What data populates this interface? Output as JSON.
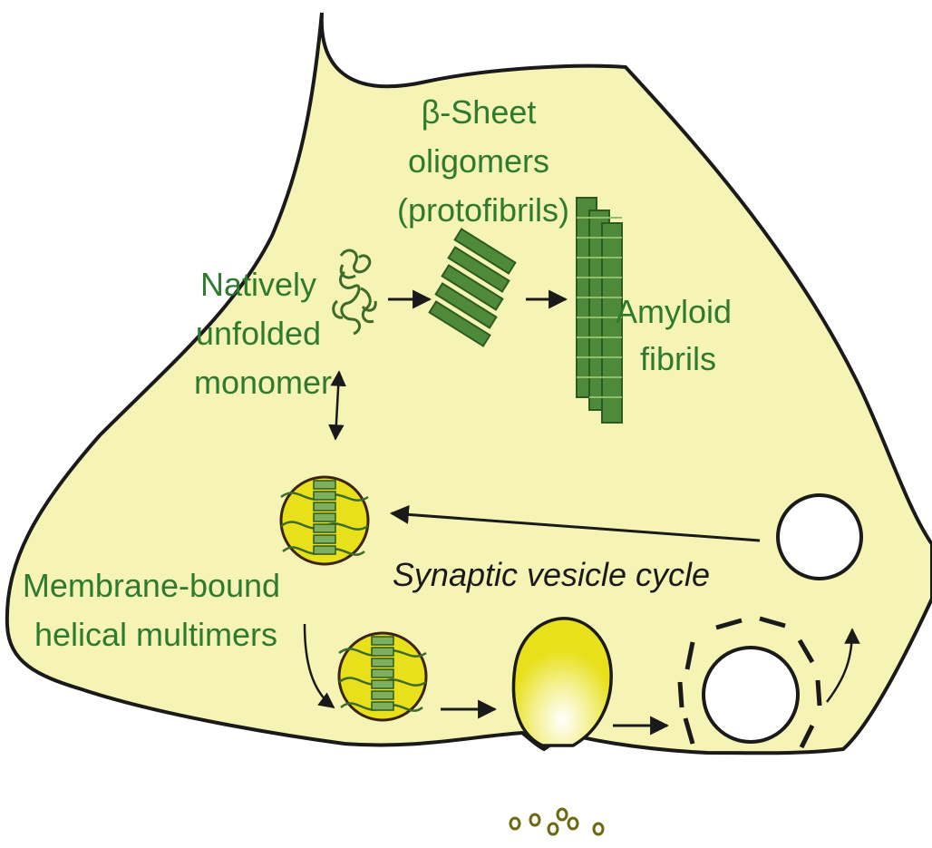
{
  "colors": {
    "cytoplasm": "#f6f4b4",
    "outline": "#1a1a1a",
    "green_text": "#2f7a2f",
    "protein_green": "#4f8a3a",
    "vesicle_yellow": "#e8e01a"
  },
  "labels": {
    "beta_sheet": [
      "β-Sheet",
      "oligomers",
      "(protofibrils)"
    ],
    "monomer": [
      "Natively",
      "unfolded",
      "monomer"
    ],
    "amyloid": [
      "Amyloid",
      "fibrils"
    ],
    "membrane": [
      "Membrane-bound",
      "helical multimers"
    ],
    "cycle": "Synaptic vesicle cycle"
  }
}
